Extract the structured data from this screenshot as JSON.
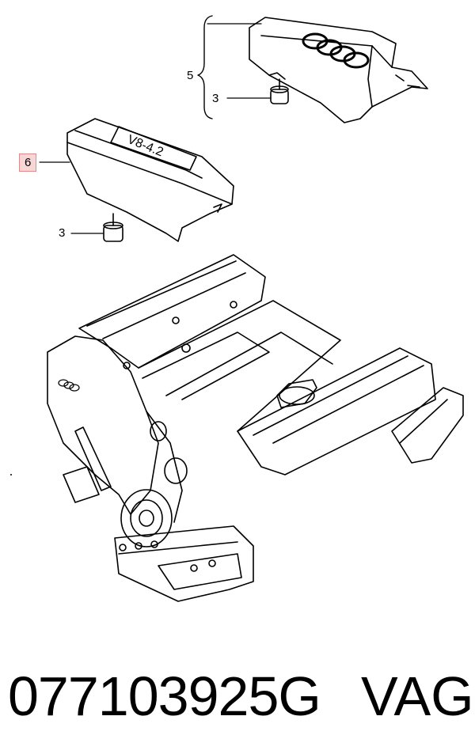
{
  "callouts": {
    "c5": "5",
    "c3_top": "3",
    "c6": "6",
    "c3_mid": "3"
  },
  "cover_badge": "V8-4.2",
  "footer": {
    "part_number": "077103925G",
    "brand": "VAG"
  },
  "colors": {
    "highlight_fill": "#f7d6d6",
    "highlight_border": "#e08a8a",
    "line": "#000000"
  }
}
